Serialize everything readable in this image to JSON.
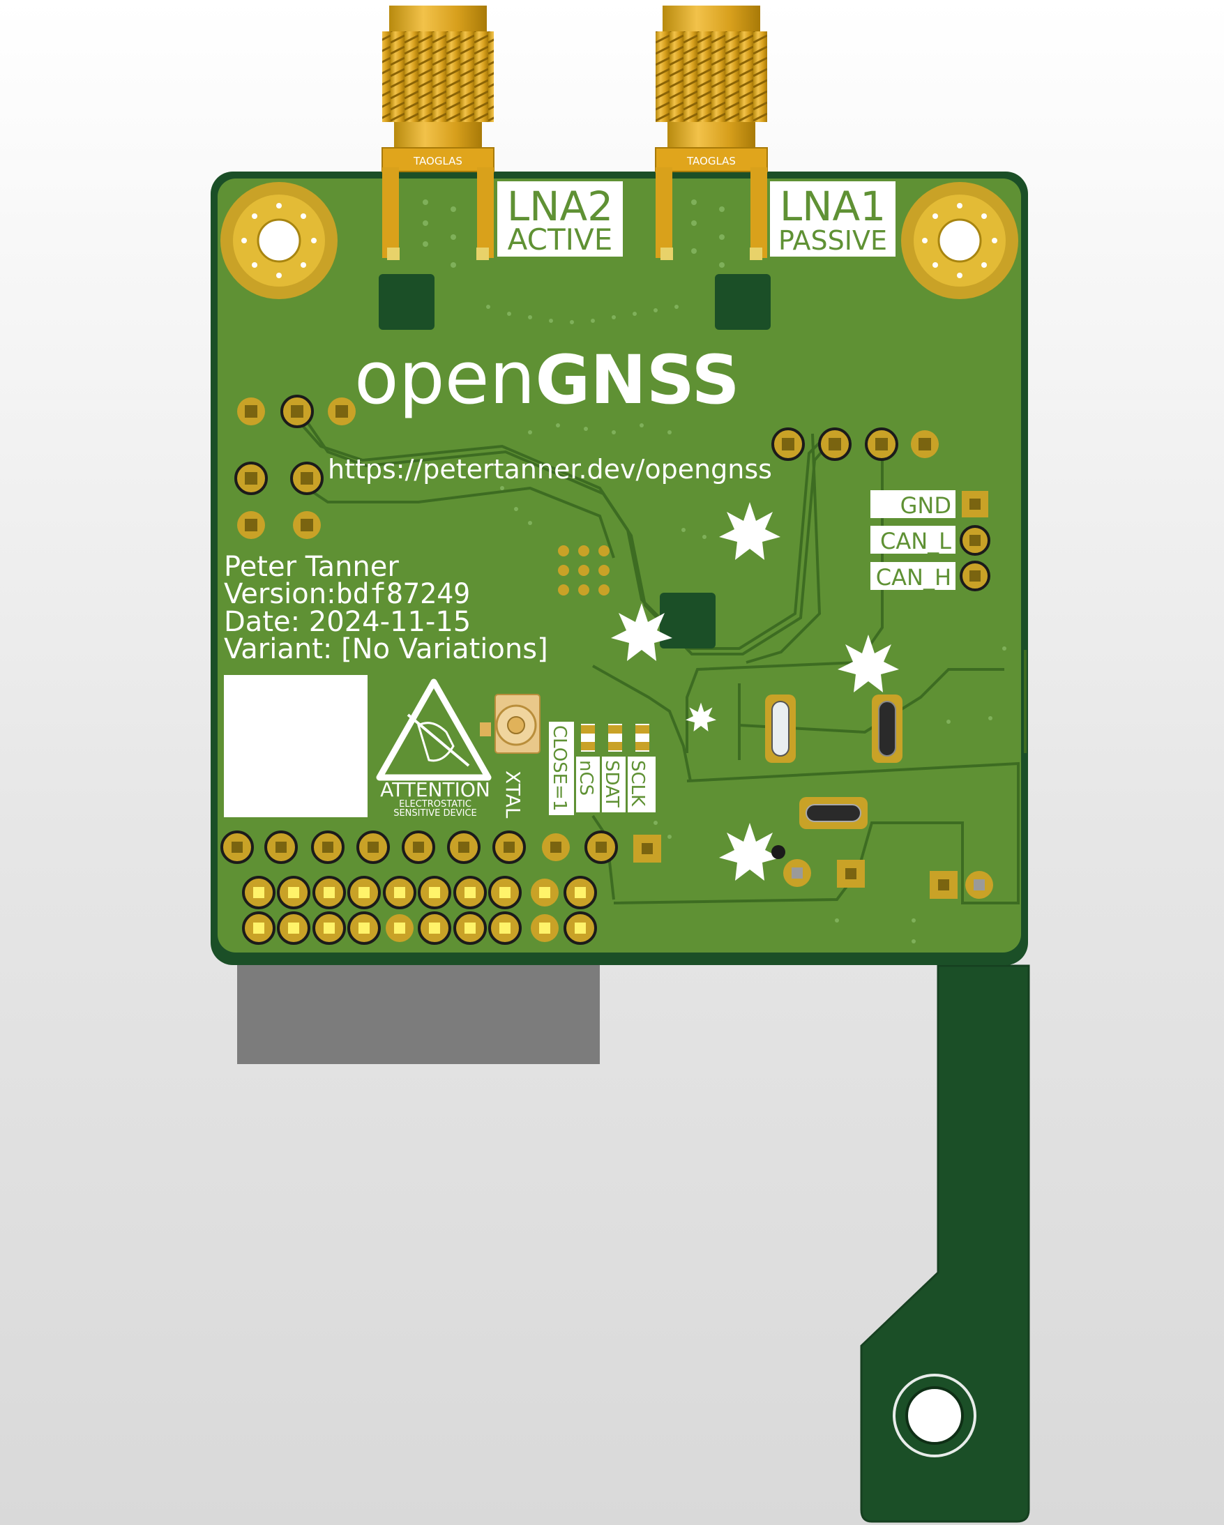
{
  "connectors": {
    "sma_brand": "TAOGLAS",
    "lna2": {
      "line1": "LNA2",
      "line2": "ACTIVE"
    },
    "lna1": {
      "line1": "LNA1",
      "line2": "PASSIVE"
    }
  },
  "logo": {
    "part1": "open",
    "part2": "GNSS"
  },
  "url": "https://petertanner.dev/opengnss",
  "info": {
    "author": "Peter Tanner",
    "version_label": "Version:",
    "version_value": "bdf87249",
    "date": "Date: 2024-11-15",
    "variant": "Variant: [No Variations]"
  },
  "can_labels": {
    "gnd": "GND",
    "can_l": "CAN_L",
    "can_h": "CAN_H"
  },
  "esd": {
    "title": "ATTENTION",
    "line1": "ELECTROSTATIC",
    "line2": "SENSITIVE DEVICE"
  },
  "vertical_labels": {
    "xtal": "XTAL",
    "close": "CLOSE=1",
    "ncs": "nCS",
    "sdat": "SDAT",
    "sclk": "SCLK"
  },
  "colors": {
    "pcb_green": "#5f9134",
    "pcb_dark": "#1b4f27",
    "gold": "#c9a227",
    "silkscreen": "#ffffff",
    "background": "#ececec"
  }
}
